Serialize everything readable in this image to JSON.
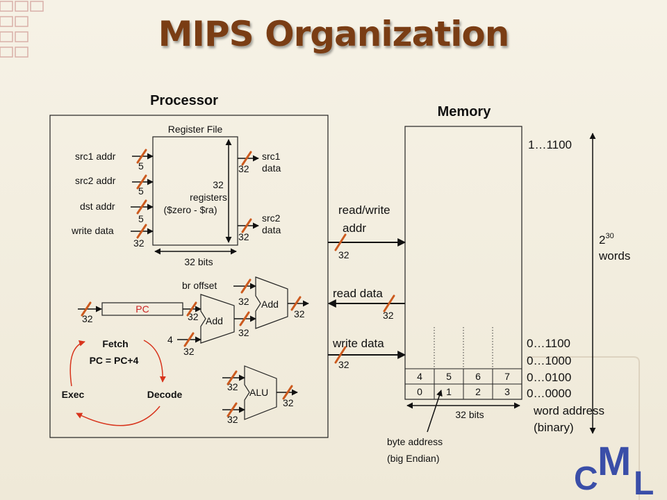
{
  "slide": {
    "title": "MIPS Organization"
  },
  "processor": {
    "title": "Processor",
    "register_file": {
      "title": "Register File",
      "src1_addr": "src1 addr",
      "src2_addr": "src2 addr",
      "dst_addr": "dst addr",
      "write_data": "write data",
      "count": "32",
      "registers": "registers",
      "range": "($zero - $ra)",
      "src1_data_1": "src1",
      "src1_data_2": "data",
      "src2_data_1": "src2",
      "src2_data_2": "data",
      "width": "32 bits"
    },
    "br_offset": "br offset",
    "pc": "PC",
    "add": "Add",
    "alu": "ALU",
    "four": "4",
    "fetch_line1": "Fetch",
    "fetch_line2": "PC = PC+4",
    "exec": "Exec",
    "decode": "Decode"
  },
  "bus_widths": {
    "five": "5",
    "thirty_two": "32"
  },
  "interface": {
    "rw_addr_1": "read/write",
    "rw_addr_2": "addr",
    "read_data": "read data",
    "write_data": "write data"
  },
  "memory": {
    "title": "Memory",
    "top_addr": "1…1100",
    "addr_1100": "0…1100",
    "addr_1000": "0…1000",
    "addr_0100": "0…0100",
    "addr_0000": "0…0000",
    "word_address_1": "word address",
    "word_address_2": "(binary)",
    "words_exp_base": "2",
    "words_exp": "30",
    "words": "words",
    "bytes_row1": [
      "4",
      "5",
      "6",
      "7"
    ],
    "bytes_row0": [
      "0",
      "1",
      "2",
      "3"
    ],
    "width": "32 bits",
    "byte_address_1": "byte address",
    "byte_address_2": "(big Endian)"
  },
  "logo": "CML",
  "colors": {
    "slash": "#cc5a1e",
    "arrow": "#d8341c",
    "pc": "#cc2222",
    "title": "#7a3d14"
  }
}
